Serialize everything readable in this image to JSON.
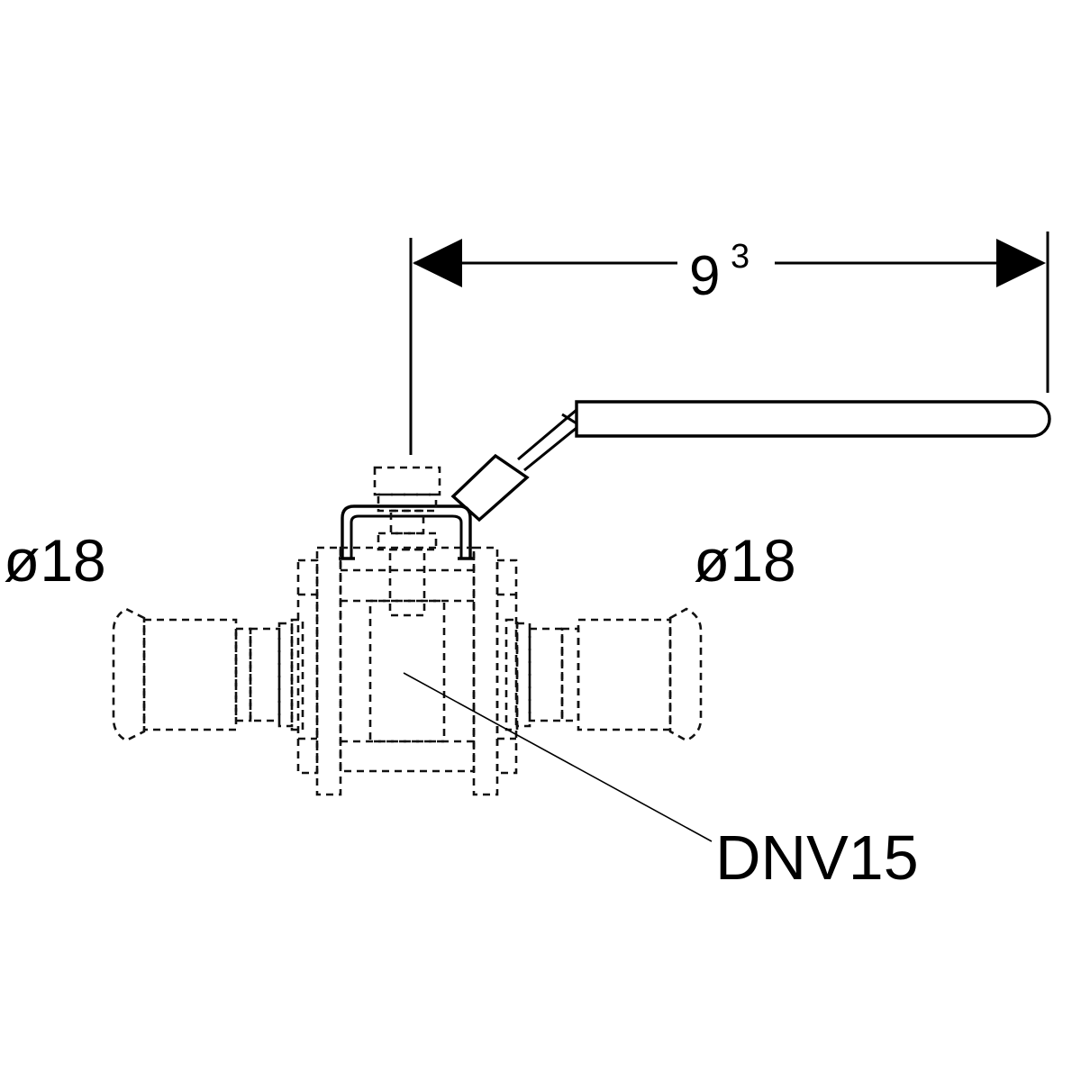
{
  "dimension": {
    "base": "9",
    "superscript": "3"
  },
  "inlet_diameter": "ø18",
  "outlet_diameter": "ø18",
  "callout": "DNV15"
}
